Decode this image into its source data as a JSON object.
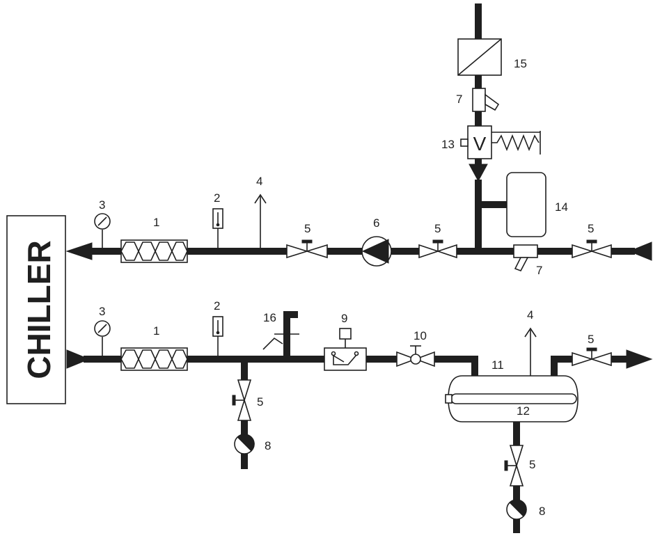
{
  "chiller_label": "CHILLER",
  "valve_letter": "V",
  "labels": {
    "bellows": "1",
    "thermometer": "2",
    "pressure_gauge": "3",
    "air_vent": "4",
    "shutoff_valve": "5",
    "pump": "6",
    "strainer": "7",
    "drain": "8",
    "flow_switch": "9",
    "balancing_valve": "10",
    "tank_connection": "11",
    "buffer_tank": "12",
    "fill_valve": "13",
    "expansion_vessel": "14",
    "water_treatment_filter": "15",
    "fill_connection": "16"
  }
}
